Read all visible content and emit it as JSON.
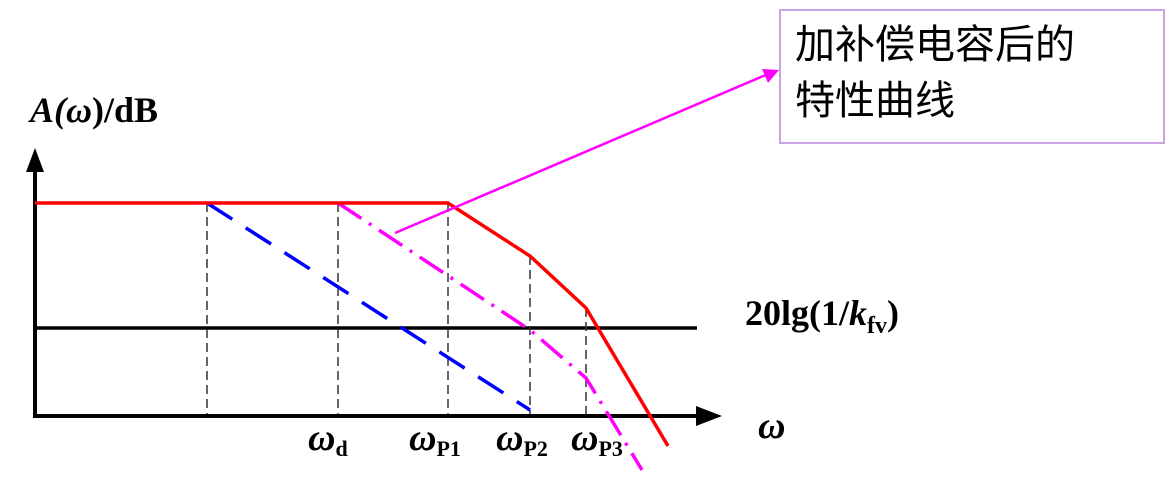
{
  "y_axis_label": {
    "main": "A(",
    "omega": "ω",
    "rest": ")/dB"
  },
  "x_axis_label": "ω",
  "reference_line_label": {
    "prefix": "20lg(1/",
    "k": "k",
    "sub": "fv",
    "suffix": ")"
  },
  "annotation": {
    "line1": "加补偿电容后的",
    "line2": "特性曲线"
  },
  "tick_labels": [
    {
      "omega": "ω",
      "sub": "d"
    },
    {
      "omega": "ω",
      "sub": "P1"
    },
    {
      "omega": "ω",
      "sub": "P2"
    },
    {
      "omega": "ω",
      "sub": "P3"
    }
  ],
  "colors": {
    "original": "#ff0000",
    "compensated_d": "#0000ff",
    "compensated": "#ff00ff",
    "axis": "#000000",
    "box_border": "#c9a3e6"
  }
}
